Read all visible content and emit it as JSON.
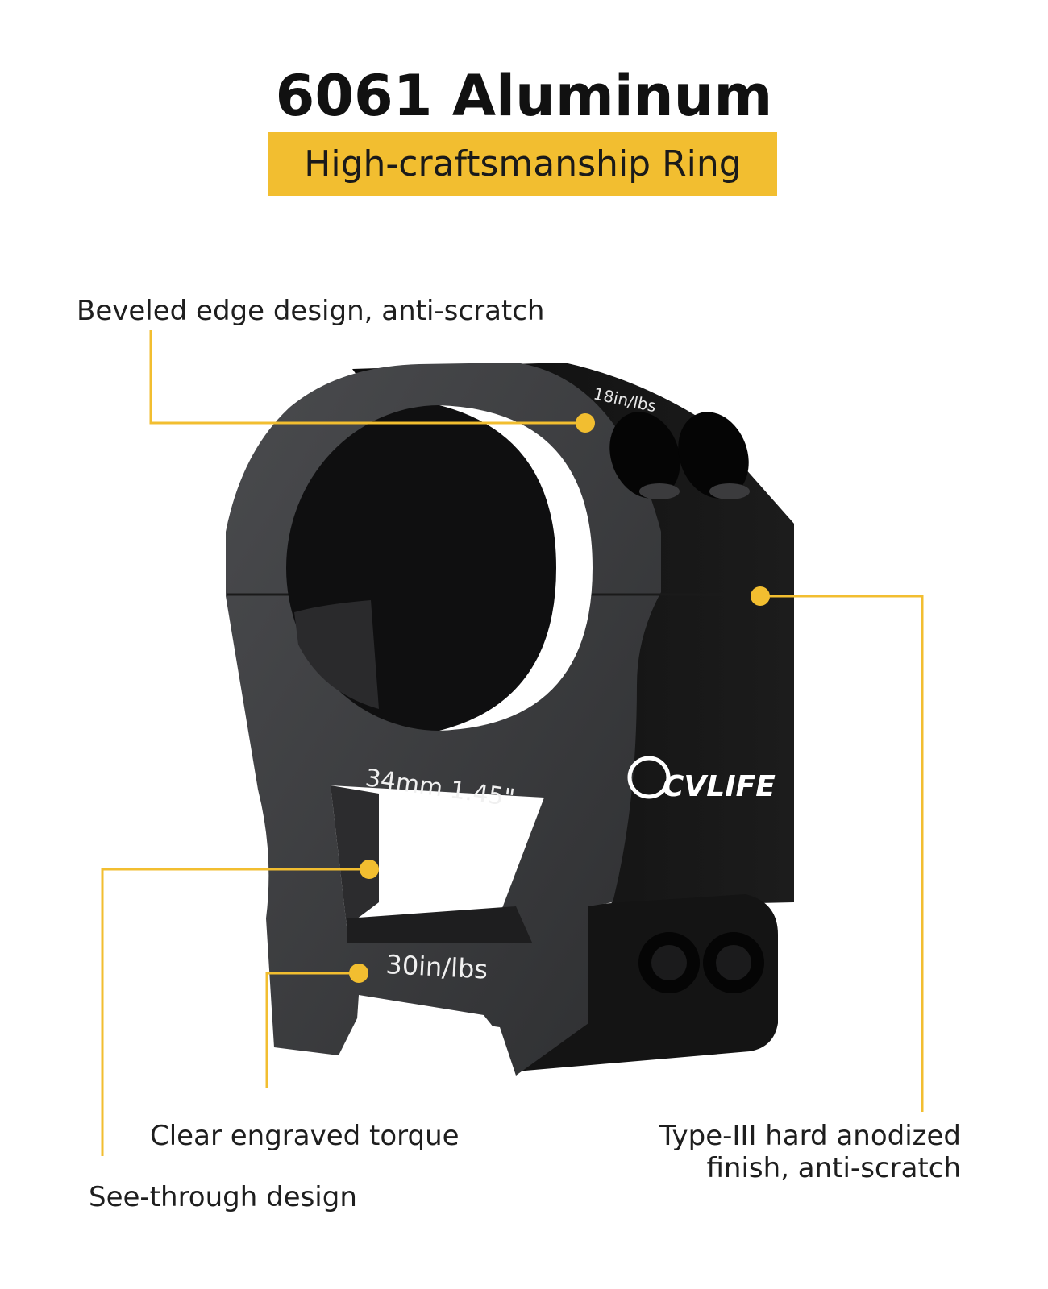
{
  "header": {
    "title": "6061 Aluminum",
    "subtitle": "High-craftsmanship Ring"
  },
  "callouts": {
    "beveled": "Beveled edge design, anti-scratch",
    "see_through": "See-through design",
    "torque": "Clear engraved torque",
    "finish_line1": "Type-III hard anodized",
    "finish_line2": "finish, anti-scratch"
  },
  "engravings": {
    "top_torque": "18in/lbs",
    "size": "34mm  1.45\"",
    "base_torque": "30in/lbs",
    "brand": "CVLIFE"
  },
  "colors": {
    "accent": "#f2be30",
    "metal_front": "#3e3f41",
    "metal_side": "#141414"
  }
}
